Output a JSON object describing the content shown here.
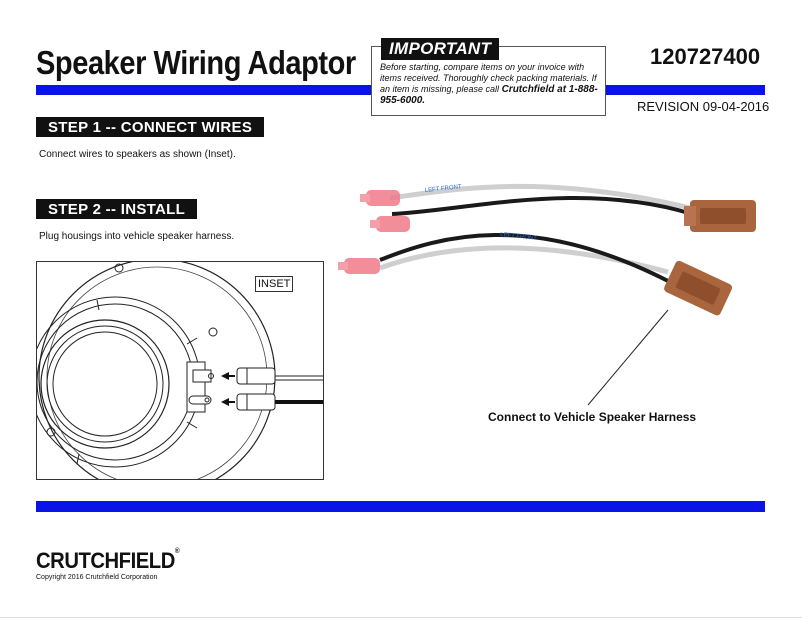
{
  "header": {
    "title": "Speaker Wiring Adaptor",
    "part_number": "120727400",
    "revision": "REVISION 09-04-2016"
  },
  "important": {
    "label": "IMPORTANT",
    "text": "Before starting, compare items on your invoice with items received.  Thoroughly check packing materials.  If an item is missing, please call",
    "phone": "Crutchfield at 1-888-955-6000."
  },
  "steps": [
    {
      "header": "STEP 1 -- CONNECT WIRES",
      "desc": "Connect wires to speakers as shown (Inset)."
    },
    {
      "header": "STEP 2 -- INSTALL",
      "desc": "Plug housings into vehicle speaker harness."
    }
  ],
  "inset": {
    "label": "INSET"
  },
  "photo": {
    "callout": "Connect to Vehicle Speaker Harness",
    "wire_label": "LEFT FRONT",
    "connector_color": "#a9653e",
    "terminal_color": "#f07a88"
  },
  "footer": {
    "logo": "CRUTCHFIELD",
    "logo_mark": "®",
    "copyright": "Copyright 2016 Crutchfield Corporation"
  },
  "colors": {
    "accent_bar": "#0a14e6"
  }
}
